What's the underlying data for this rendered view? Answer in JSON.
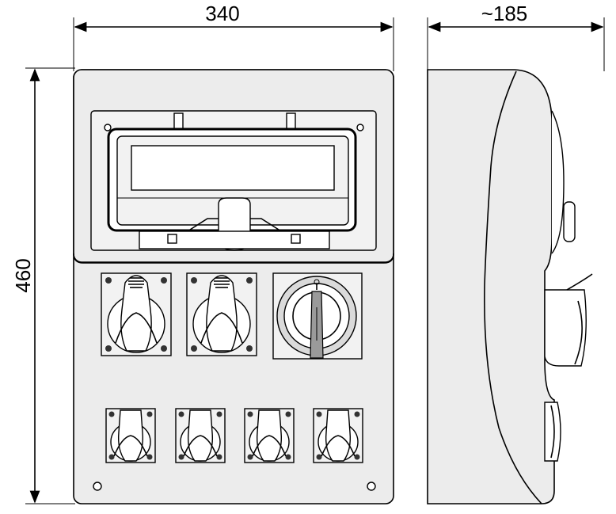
{
  "dimensions": {
    "width_label": "340",
    "depth_label": "~185",
    "height_label": "460"
  }
}
